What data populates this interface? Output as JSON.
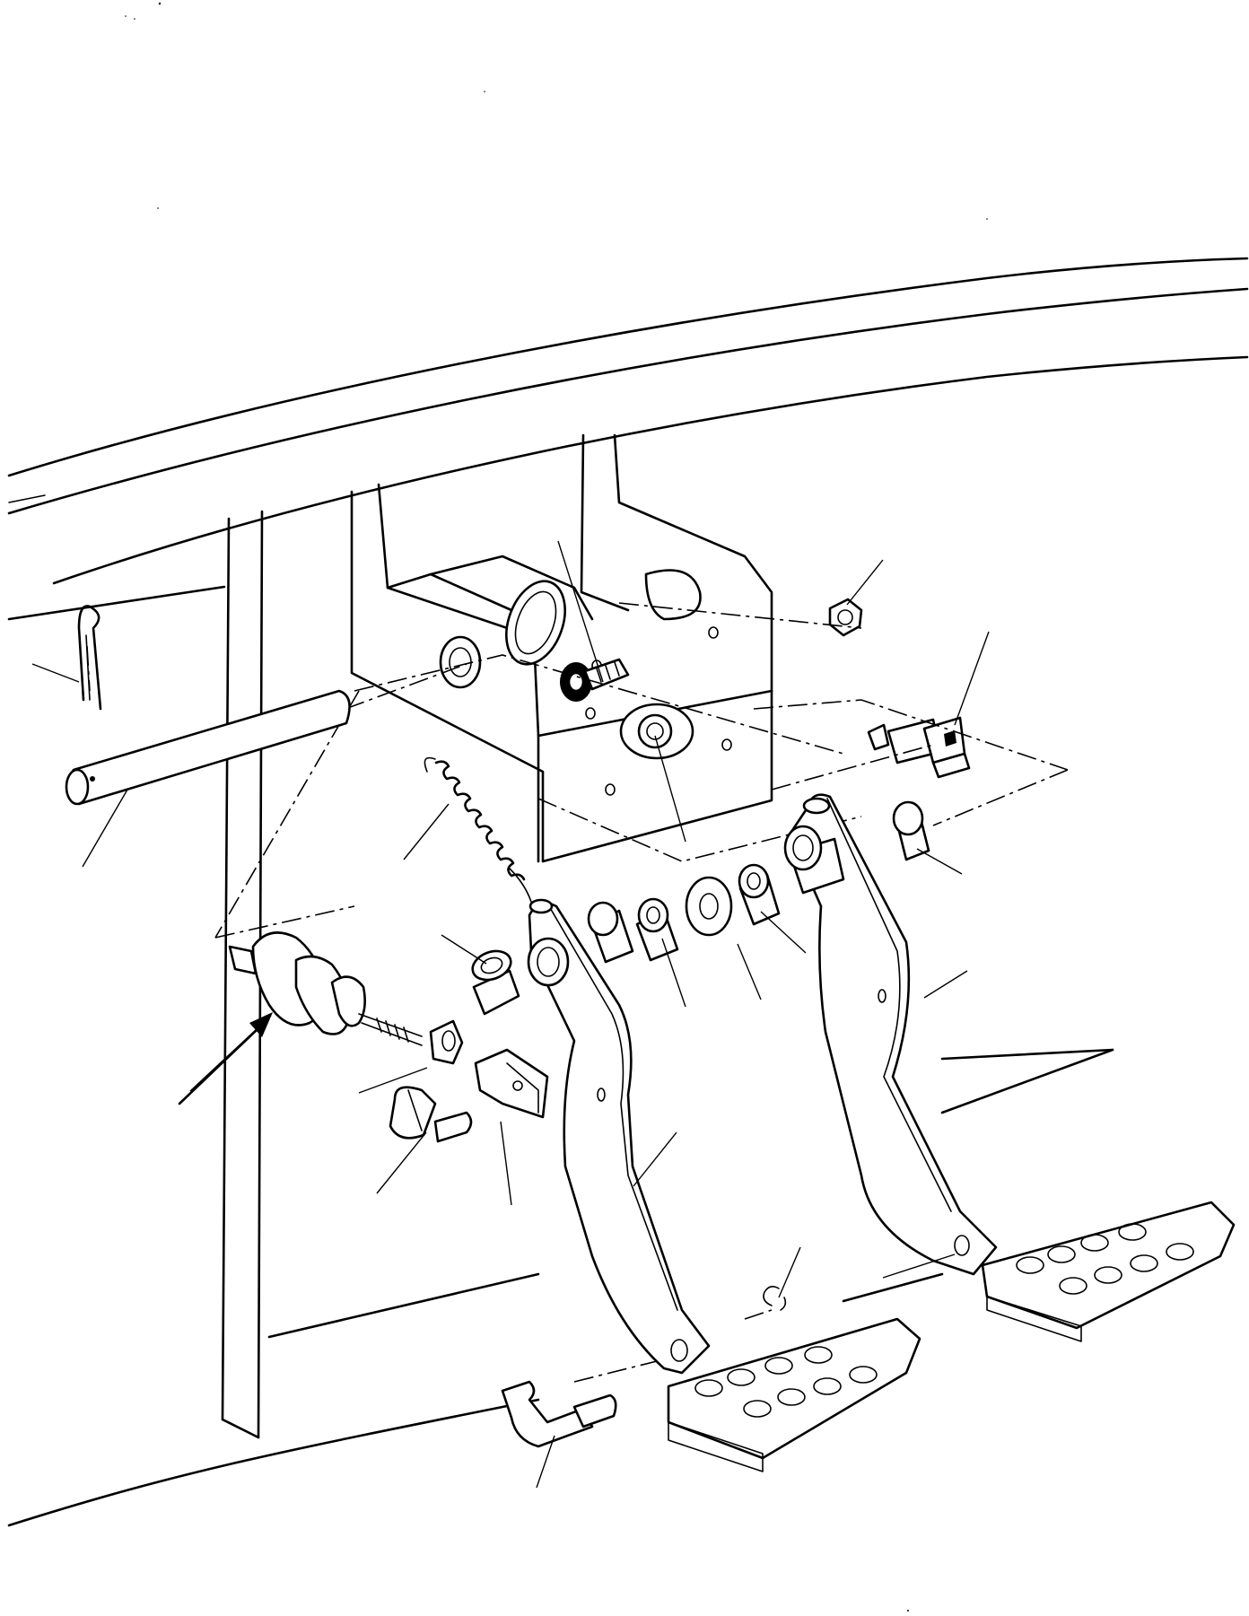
{
  "diagram": {
    "type": "exploded-parts-illustration",
    "subject_icons": [
      "cab-roof-outline",
      "pedal-mounting-bracket",
      "pivot-shaft",
      "split-pin",
      "return-spring",
      "brake-pedal",
      "clutch-pedal",
      "pedal-pad",
      "master-cylinder-boot",
      "clevis-fork",
      "clevis-pin",
      "lock-nut",
      "stop-light-switch",
      "bushing",
      "thrust-washer",
      "adjusting-bolt",
      "hex-nut",
      "circlip"
    ],
    "line_color": "#000000",
    "background_color": "#ffffff",
    "callout_numbers_shown": false
  }
}
